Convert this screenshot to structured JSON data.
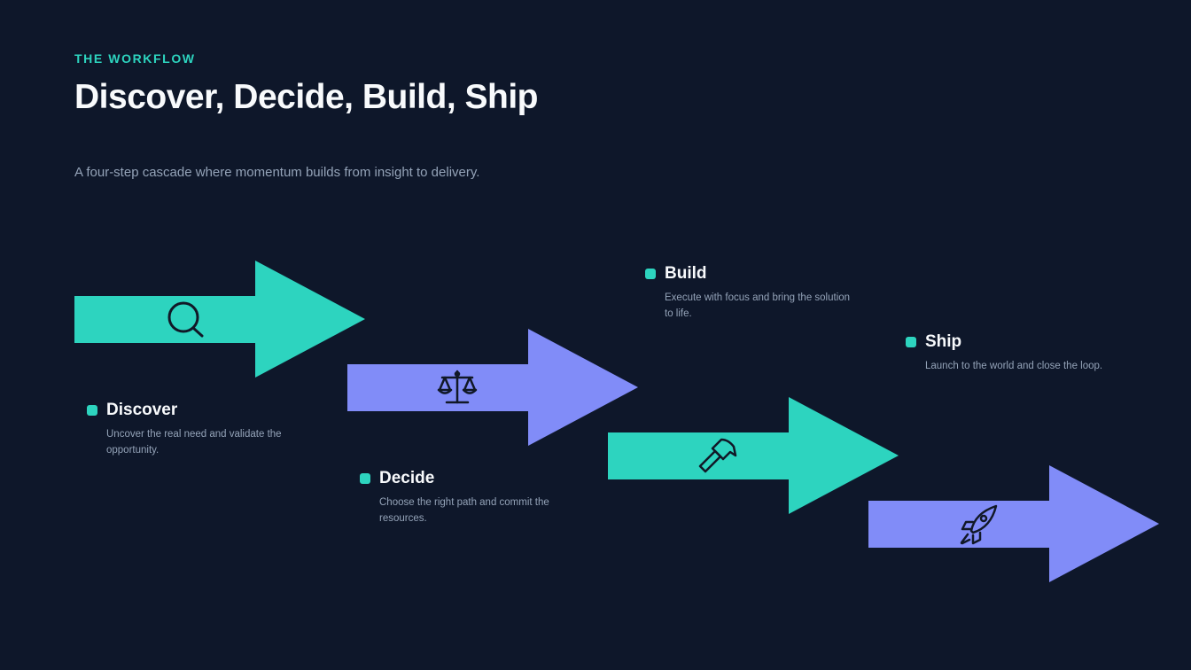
{
  "header": {
    "eyebrow": "THE WORKFLOW",
    "title": "Discover, Decide, Build, Ship",
    "subtitle": "A four-step cascade where momentum builds from insight to delivery."
  },
  "colors": {
    "background": "#0e172a",
    "teal": "#2dd4bf",
    "indigo": "#818cf8",
    "icon": "#111827"
  },
  "steps": [
    {
      "title": "Discover",
      "description": "Uncover the real need and validate the opportunity.",
      "icon": "search-icon",
      "color": "#2dd4bf"
    },
    {
      "title": "Decide",
      "description": "Choose the right path and commit the resources.",
      "icon": "scale-icon",
      "color": "#818cf8"
    },
    {
      "title": "Build",
      "description": "Execute with focus and bring the solution to life.",
      "icon": "hammer-icon",
      "color": "#2dd4bf"
    },
    {
      "title": "Ship",
      "description": "Launch to the world and close the loop.",
      "icon": "rocket-icon",
      "color": "#818cf8"
    }
  ]
}
